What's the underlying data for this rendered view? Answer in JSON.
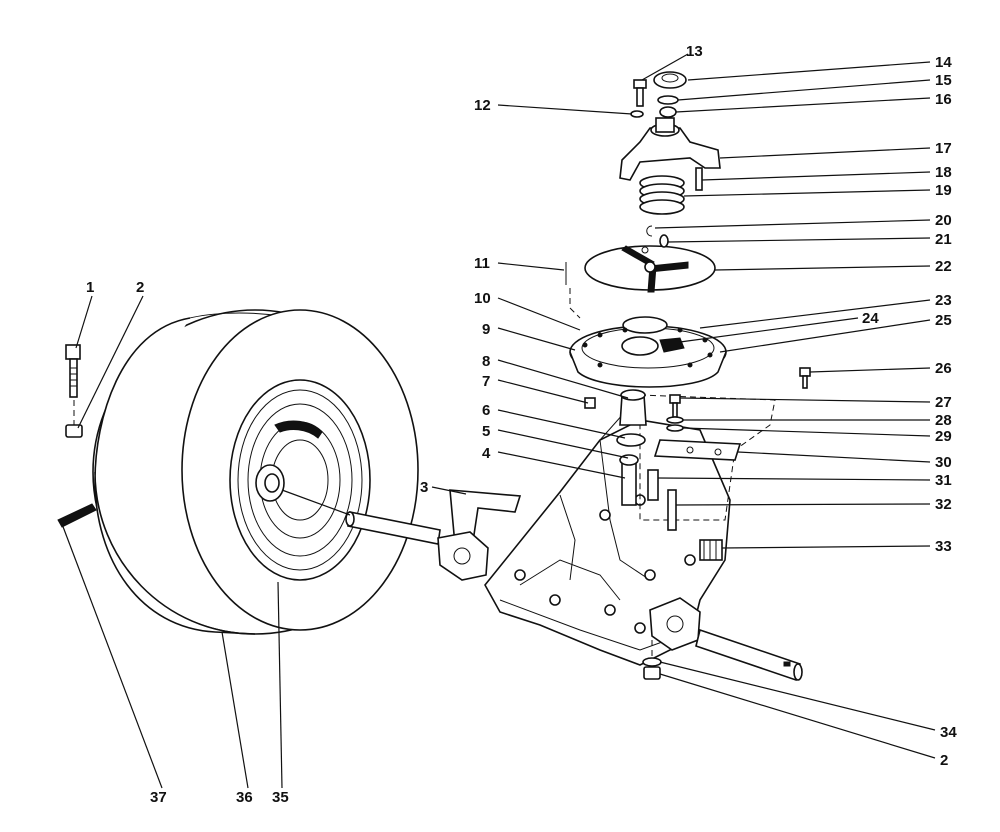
{
  "labels": [
    {
      "id": "1",
      "text": "1"
    },
    {
      "id": "2a",
      "text": "2"
    },
    {
      "id": "3",
      "text": "3"
    },
    {
      "id": "4",
      "text": "4"
    },
    {
      "id": "5",
      "text": "5"
    },
    {
      "id": "6",
      "text": "6"
    },
    {
      "id": "7",
      "text": "7"
    },
    {
      "id": "8",
      "text": "8"
    },
    {
      "id": "9",
      "text": "9"
    },
    {
      "id": "10",
      "text": "10"
    },
    {
      "id": "11",
      "text": "11"
    },
    {
      "id": "12",
      "text": "12"
    },
    {
      "id": "13",
      "text": "13"
    },
    {
      "id": "14",
      "text": "14"
    },
    {
      "id": "15",
      "text": "15"
    },
    {
      "id": "16",
      "text": "16"
    },
    {
      "id": "17",
      "text": "17"
    },
    {
      "id": "18",
      "text": "18"
    },
    {
      "id": "19",
      "text": "19"
    },
    {
      "id": "20",
      "text": "20"
    },
    {
      "id": "21",
      "text": "21"
    },
    {
      "id": "22",
      "text": "22"
    },
    {
      "id": "23",
      "text": "23"
    },
    {
      "id": "24",
      "text": "24"
    },
    {
      "id": "25",
      "text": "25"
    },
    {
      "id": "26",
      "text": "26"
    },
    {
      "id": "27",
      "text": "27"
    },
    {
      "id": "28",
      "text": "28"
    },
    {
      "id": "29",
      "text": "29"
    },
    {
      "id": "30",
      "text": "30"
    },
    {
      "id": "31",
      "text": "31"
    },
    {
      "id": "32",
      "text": "32"
    },
    {
      "id": "33",
      "text": "33"
    },
    {
      "id": "34",
      "text": "34"
    },
    {
      "id": "2b",
      "text": "2"
    },
    {
      "id": "35",
      "text": "35"
    },
    {
      "id": "36",
      "text": "36"
    },
    {
      "id": "37",
      "text": "37"
    }
  ]
}
